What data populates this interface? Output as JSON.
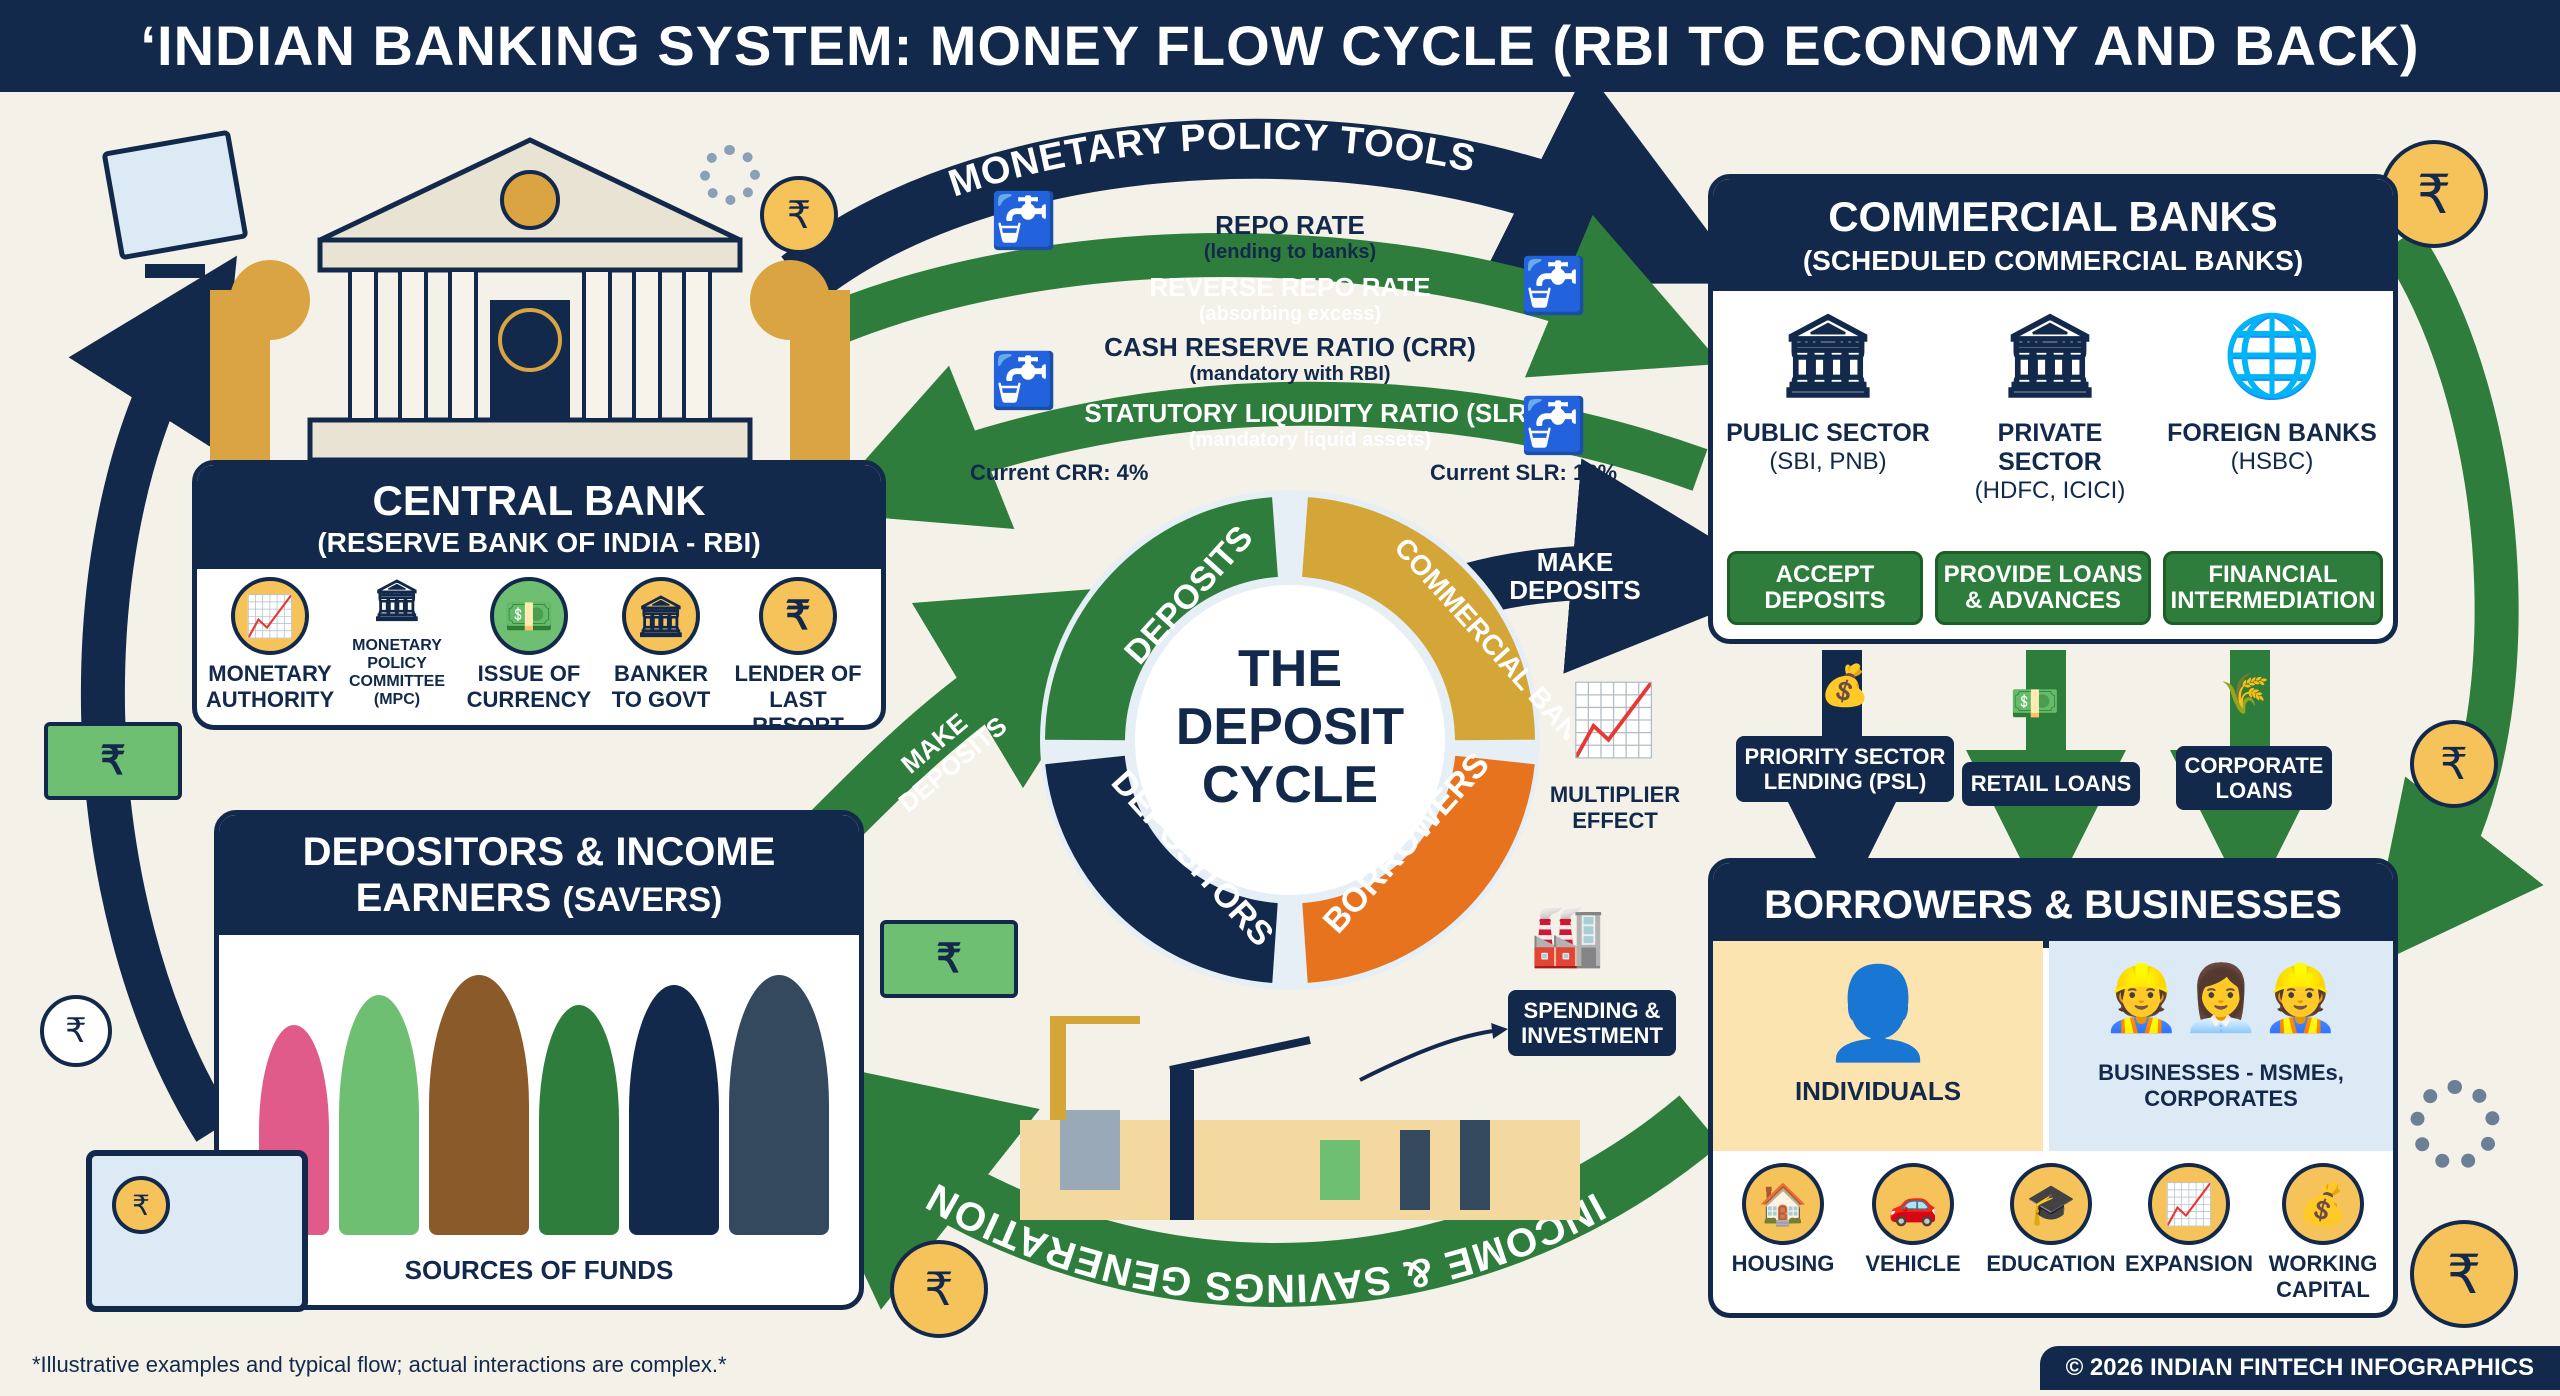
{
  "title": "‘INDIAN BANKING SYSTEM: MONEY FLOW CYCLE (RBI TO ECONOMY AND BACK)",
  "central_bank": {
    "title": "CENTRAL BANK",
    "subtitle": "(RESERVE BANK OF INDIA - RBI)",
    "roles": [
      "MONETARY AUTHORITY",
      "MONETARY POLICY COMMITTEE (MPC)",
      "ISSUE OF CURRENCY",
      "BANKER TO GOVT",
      "LENDER OF LAST RESORT"
    ]
  },
  "policy_tools": {
    "arc_label": "MONETARY POLICY TOOLS",
    "items": [
      {
        "name": "REPO RATE",
        "desc": "(lending to banks)"
      },
      {
        "name": "REVERSE REPO RATE",
        "desc": "(absorbing excess)"
      },
      {
        "name": "CASH RESERVE RATIO (CRR)",
        "desc": "(mandatory with RBI)"
      },
      {
        "name": "STATUTORY LIQUIDITY RATIO (SLR)",
        "desc": "(mandatory liquid assets)"
      }
    ],
    "current_crr": "Current CRR: 4%",
    "current_slr": "Current SLR: 18%"
  },
  "commercial_banks": {
    "title": "COMMERCIAL BANKS",
    "subtitle": "(SCHEDULED COMMERCIAL BANKS)",
    "types": [
      {
        "name": "PUBLIC SECTOR",
        "examples": "(SBI, PNB)"
      },
      {
        "name": "PRIVATE SECTOR",
        "examples": "(HDFC, ICICI)"
      },
      {
        "name": "FOREIGN BANKS",
        "examples": "(HSBC)"
      }
    ],
    "functions": [
      "ACCEPT DEPOSITS",
      "PROVIDE LOANS & ADVANCES",
      "FINANCIAL INTERMEDIATION"
    ],
    "lending": [
      "PRIORITY SECTOR LENDING (PSL)",
      "RETAIL LOANS",
      "CORPORATE LOANS"
    ]
  },
  "deposit_cycle": {
    "center": [
      "THE",
      "DEPOSIT",
      "CYCLE"
    ],
    "segments": [
      "DEPOSITS",
      "COMMERCIAL BANKS",
      "BORROWERS",
      "DEPOSITORS"
    ],
    "multiplier": "MULTIPLIER EFFECT"
  },
  "flows": {
    "make_deposits_right": "MAKE DEPOSITS",
    "make_deposits_left": "MAKE DEPOSITS",
    "spending": "SPENDING & INVESTMENT",
    "income_arc": "INCOME & SAVINGS GENERATION"
  },
  "depositors": {
    "title_line1": "DEPOSITORS & INCOME",
    "title_line2": "EARNERS",
    "title_suffix": "(SAVERS)",
    "caption": "SOURCES OF FUNDS"
  },
  "borrowers": {
    "title": "BORROWERS & BUSINESSES",
    "individuals": "INDIVIDUALS",
    "businesses": "BUSINESSES - MSMEs, CORPORATES",
    "purposes": [
      "HOUSING",
      "VEHICLE",
      "EDUCATION",
      "EXPANSION",
      "WORKING CAPITAL"
    ]
  },
  "footer": {
    "note": "*Illustrative examples and typical flow; actual interactions are complex.*",
    "credit": "© 2026 INDIAN FINTECH INFOGRAPHICS"
  },
  "icons": {
    "rupee": "rupee-symbol",
    "gear": "gear-icon",
    "bank": "bank-building-icon",
    "globe": "globe-icon",
    "valve": "valve-icon"
  },
  "colors": {
    "navy": "#13294b",
    "green": "#2e7d3c",
    "gold": "#d4a537",
    "orange": "#e8731e",
    "cream": "#f4f1e8"
  }
}
